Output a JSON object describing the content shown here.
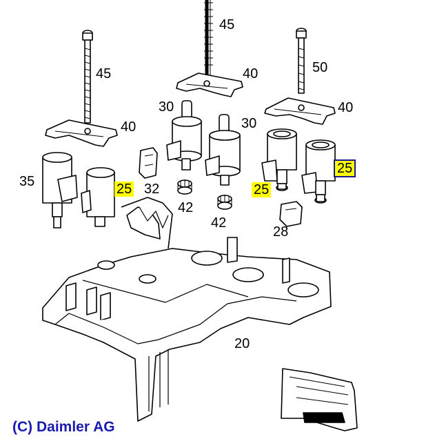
{
  "colors": {
    "line": "#000000",
    "background": "#ffffff",
    "highlight": "#ffff00",
    "box_border": "#1a1a8c",
    "copyright_text": "#1a1ab0"
  },
  "callouts": {
    "c45_top": "45",
    "c45_left": "45",
    "c40_center": "40",
    "c50": "50",
    "c40_left": "40",
    "c40_right": "40",
    "c30_center": "30",
    "c30_right": "30",
    "c35": "35",
    "c25_left": "25",
    "c25_center": "25",
    "c25_right": "25",
    "c32": "32",
    "c42_left": "42",
    "c42_right": "42",
    "c28": "28",
    "c20": "20"
  },
  "copyright": "(C) Daimler AG"
}
